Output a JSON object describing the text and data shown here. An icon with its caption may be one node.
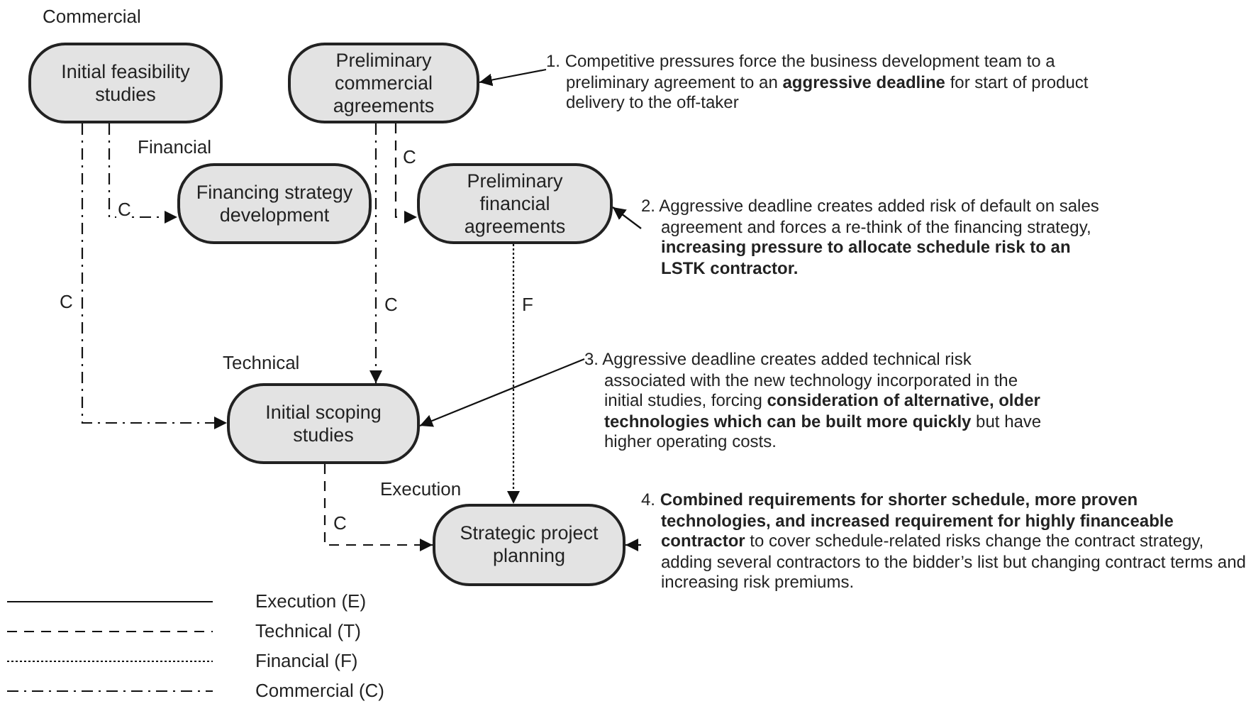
{
  "diagram": {
    "nodes": [
      {
        "text": [
          "Initial feasibility studies"
        ],
        "beside": [
          "Commercial"
        ]
      },
      {
        "text": [
          "Preliminary commercial agreements"
        ]
      },
      {
        "text": [
          "Financing strategy development"
        ],
        "beside": [
          "Financial"
        ]
      },
      {
        "text": [
          "Preliminary financial agreements"
        ]
      },
      {
        "text": [
          "Initial scoping studies"
        ],
        "beside": [
          "Technical"
        ]
      },
      {
        "text": [
          "Strategic project planning"
        ],
        "beside": [
          "Execution"
        ]
      },
      {
        "text": [
          "1. Competitive pressures force the business development team to a preliminary agreement to an **aggressive deadline** for start of product delivery to the off-taker"
        ]
      },
      {
        "text": [
          "2. Aggressive deadline creates added risk of default on sales agreement and forces a re-think of the financing strategy, **increasing pressure to allocate schedule risk to an LSTK contractor.**"
        ]
      },
      {
        "text": [
          "3. Aggressive deadline creates added technical risk associated with the new technology incorporated in the initial studies, forcing **consideration of alternative, older technologies which can be built more quickly** but have higher operating costs."
        ]
      },
      {
        "text": [
          "4. **Combined requirements for shorter schedule, more proven technologies, and increased requirement for highly financeable contractor** to cover schedule-related risks change the contract strategy, adding several contractors to the bidder’s list but changing contract terms and increasing risk premiums."
        ]
      }
    ],
    "edges": [
      {
        "from": 0,
        "to": 2,
        "arrow": "to",
        "label": "C",
        "style": "dashed"
      },
      {
        "from": 0,
        "to": 4,
        "arrow": "to",
        "label": "C",
        "style": "dashed"
      },
      {
        "from": 1,
        "to": 3,
        "arrow": "to",
        "label": "C",
        "style": "dashed"
      },
      {
        "from": 1,
        "to": 4,
        "arrow": "to",
        "label": "C",
        "style": "dashed"
      },
      {
        "from": 3,
        "to": 5,
        "arrow": "to",
        "label": "F",
        "style": "dashed"
      },
      {
        "from": 4,
        "to": 5,
        "arrow": "to",
        "label": "C",
        "style": "dashed"
      },
      {
        "from": 6,
        "to": 1,
        "arrow": "to"
      },
      {
        "from": 7,
        "to": 3,
        "arrow": "to"
      },
      {
        "from": 8,
        "to": 4,
        "arrow": "to"
      },
      {
        "from": 9,
        "to": 5,
        "arrow": "to"
      }
    ],
    "legend": [
      {
        "text": "Execution (E)"
      },
      {
        "text": "Technical (T)"
      },
      {
        "text": "Financial (F)"
      },
      {
        "text": "Commercial (C)"
      }
    ]
  }
}
